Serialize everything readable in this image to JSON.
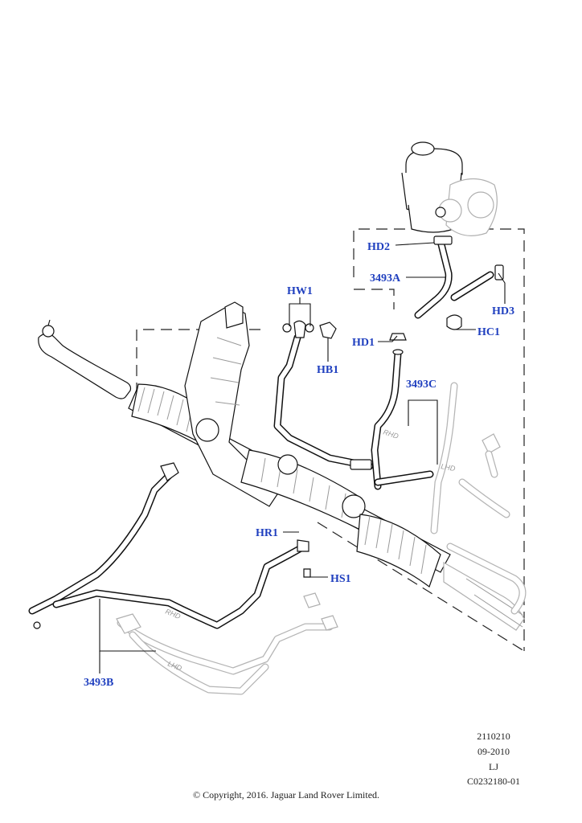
{
  "callouts": {
    "hd2": "HD2",
    "a3493": "3493A",
    "hd3": "HD3",
    "hc1": "HC1",
    "hw1": "HW1",
    "hb1": "HB1",
    "hd1": "HD1",
    "c3493": "3493C",
    "hr1": "HR1",
    "hs1": "HS1",
    "b3493": "3493B"
  },
  "hose_marks": {
    "rhd_upper": "RHD",
    "lhd_upper": "LHD",
    "rhd_lower": "RHD",
    "lhd_lower": "LHD"
  },
  "meta": {
    "line1": "2110210",
    "line2": "09-2010",
    "line3": "LJ",
    "line4": "C0232180-01"
  },
  "copyright": "© Copyright, 2016. Jaguar Land Rover Limited.",
  "colors": {
    "callout": "#1f3fbf",
    "line": "#111111",
    "ghost": "#b0b0b0"
  }
}
